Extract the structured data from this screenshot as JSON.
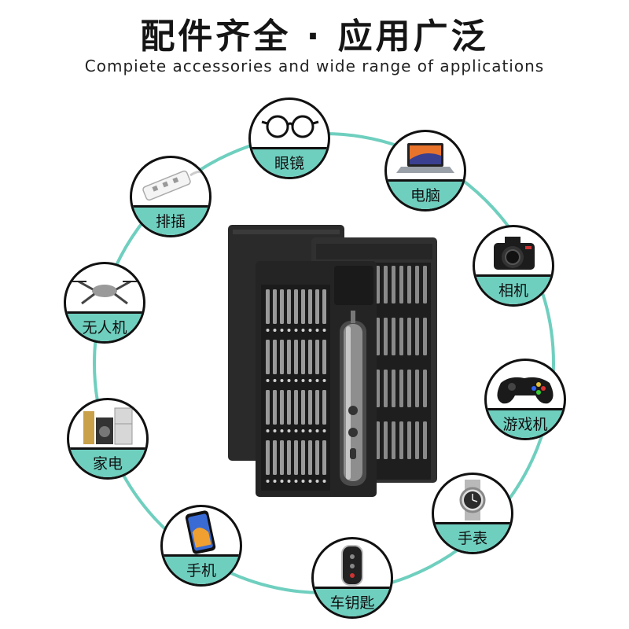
{
  "title": "配件齐全 · 应用广泛",
  "subtitle": "Compiete accessories and wide range of applications",
  "colors": {
    "ring": "#6fcfbf",
    "label_bg": "#6fcfbf",
    "badge_border": "#111111",
    "case": "#2b2b2b"
  },
  "applications": [
    {
      "label": "眼镜",
      "icon": "glasses-icon"
    },
    {
      "label": "电脑",
      "icon": "laptop-icon"
    },
    {
      "label": "相机",
      "icon": "camera-icon"
    },
    {
      "label": "游戏机",
      "icon": "gamepad-icon"
    },
    {
      "label": "手表",
      "icon": "watch-icon"
    },
    {
      "label": "车钥匙",
      "icon": "car-key-icon"
    },
    {
      "label": "手机",
      "icon": "phone-icon"
    },
    {
      "label": "家电",
      "icon": "appliances-icon"
    },
    {
      "label": "无人机",
      "icon": "drone-icon"
    },
    {
      "label": "排插",
      "icon": "power-strip-icon"
    }
  ],
  "product": {
    "name": "precision-screwdriver-kit",
    "icon": "screwdriver-kit-icon"
  }
}
